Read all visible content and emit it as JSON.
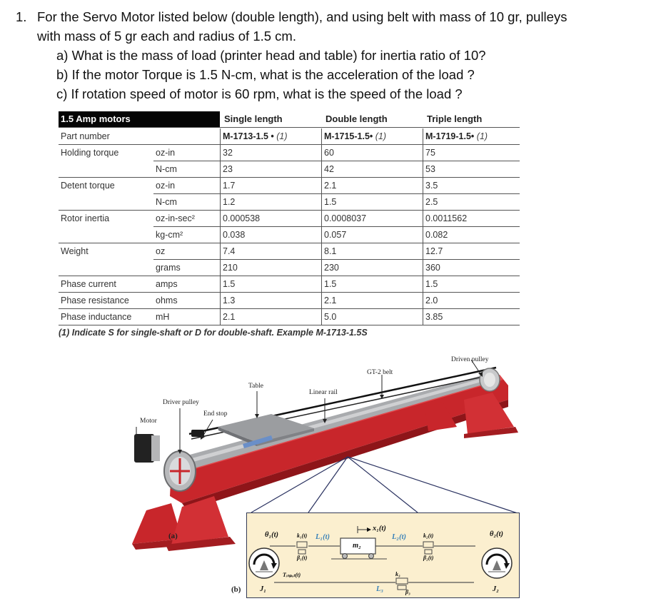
{
  "question": {
    "number": "1.",
    "line1": "For the Servo Motor listed below (double length), and using belt with mass of 10 gr, pulleys",
    "line2": "with mass of 5 gr each and radius of 1.5 cm.",
    "parts": [
      {
        "label": "a)",
        "text": "a) What is the mass of load (printer head and table) for inertia ratio of 10?"
      },
      {
        "label": "b)",
        "text": "b) If the motor Torque is 1.5 N-cm, what is the acceleration of the load ?"
      },
      {
        "label": "c)",
        "text": "c) If rotation speed of motor is 60 rpm, what is the speed of the load ?"
      }
    ]
  },
  "table": {
    "title": "1.5 Amp motors",
    "columns": [
      "Single length",
      "Double length",
      "Triple length"
    ],
    "part_number": {
      "label": "Part number",
      "values": [
        "M-1713-1.5 •",
        "M-1715-1.5•",
        "M-1719-1.5•"
      ],
      "note": "(1)"
    },
    "rows": [
      {
        "label": "Holding torque",
        "unit": "oz-in",
        "values": [
          "32",
          "60",
          "75"
        ]
      },
      {
        "label": "",
        "unit": "N-cm",
        "values": [
          "23",
          "42",
          "53"
        ]
      },
      {
        "label": "Detent torque",
        "unit": "oz-in",
        "values": [
          "1.7",
          "2.1",
          "3.5"
        ]
      },
      {
        "label": "",
        "unit": "N-cm",
        "values": [
          "1.2",
          "1.5",
          "2.5"
        ]
      },
      {
        "label": "Rotor inertia",
        "unit": "oz-in-sec²",
        "values": [
          "0.000538",
          "0.0008037",
          "0.0011562"
        ]
      },
      {
        "label": "",
        "unit": "kg-cm²",
        "values": [
          "0.038",
          "0.057",
          "0.082"
        ]
      },
      {
        "label": "Weight",
        "unit": "oz",
        "values": [
          "7.4",
          "8.1",
          "12.7"
        ]
      },
      {
        "label": "",
        "unit": "grams",
        "values": [
          "210",
          "230",
          "360"
        ]
      },
      {
        "label": "Phase current",
        "unit": "amps",
        "values": [
          "1.5",
          "1.5",
          "1.5"
        ]
      },
      {
        "label": "Phase resistance",
        "unit": "ohms",
        "values": [
          "1.3",
          "2.1",
          "2.0"
        ]
      },
      {
        "label": "Phase inductance",
        "unit": "mH",
        "values": [
          "2.1",
          "5.0",
          "3.85"
        ]
      }
    ],
    "footnote": "(1) Indicate S for single-shaft or D for double-shaft. Example M-1713-1.5S"
  },
  "figure": {
    "labels": {
      "motor": "Motor",
      "driver_pulley": "Driver pulley",
      "end_stop": "End stop",
      "table": "Table",
      "linear_rail": "Linear rail",
      "belt": "GT-2 belt",
      "driven_pulley": "Driven pulley"
    },
    "tag_a": "(a)",
    "tag_b": "(b)",
    "diagram": {
      "theta1": "θ₁(t)",
      "theta2": "θ₂(t)",
      "k1": "k₁(t)",
      "beta1": "β₁(t)",
      "L1": "L₁(t)",
      "mass": "m₂",
      "x1": "x₁(t)",
      "L2": "L₂(t)",
      "k2": "k₂(t)",
      "beta2": "β₂(t)",
      "torque": "Tᵢₙₚᵤₜ(t)",
      "J1": "J₁",
      "J2": "J₂",
      "k3": "k₃",
      "beta3": "β₃",
      "L3": "L₃"
    }
  },
  "colors": {
    "frame_red": "#c8262b",
    "frame_dark": "#8e1519",
    "rail_gray": "#a9abae",
    "diagram_bg": "#fbefcf",
    "diagram_blue_label": "#3a82b8"
  }
}
